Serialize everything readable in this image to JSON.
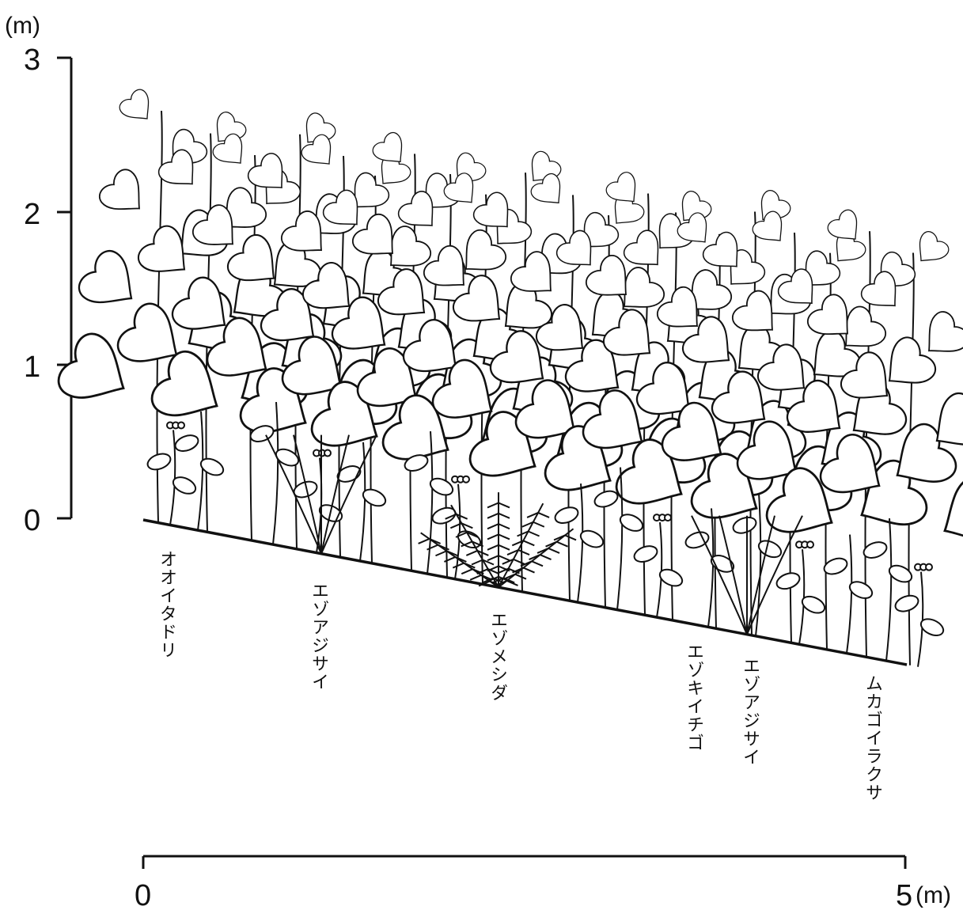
{
  "y_axis": {
    "unit": "(m)",
    "ticks": [
      "0",
      "1",
      "2",
      "3"
    ]
  },
  "x_axis": {
    "start": "0",
    "end": "5",
    "unit": "(m)"
  },
  "species_labels": [
    "オオイタドリ",
    "エゾアジサイ",
    "エゾメシダ",
    "エゾキイチゴ",
    "エゾアジサイ",
    "ムカゴイラクサ"
  ],
  "colors": {
    "ink": "#111111",
    "paper": "#ffffff"
  }
}
